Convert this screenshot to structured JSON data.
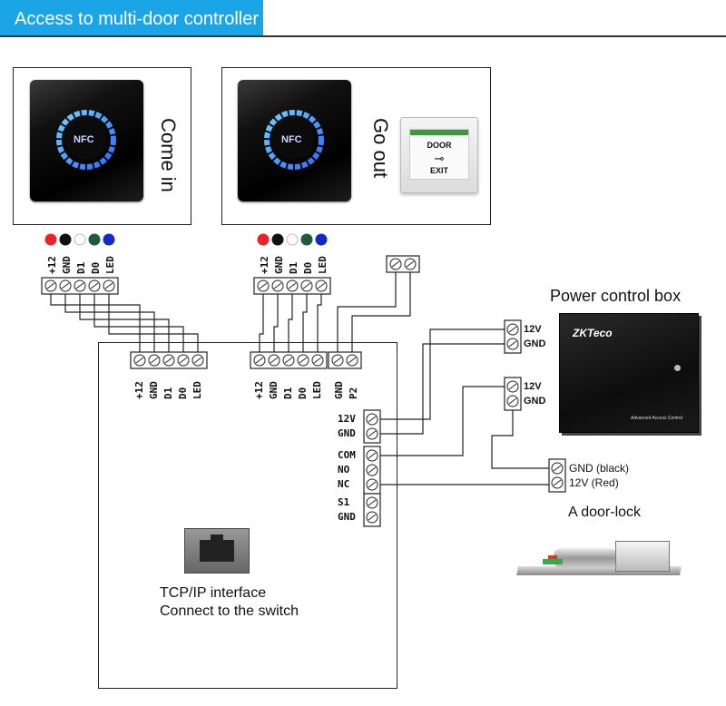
{
  "header": {
    "title": "Access to multi-door controller"
  },
  "readers": [
    {
      "label": "Come in",
      "nfc_text": "NFC"
    },
    {
      "label": "Go out",
      "nfc_text": "NFC"
    }
  ],
  "exit_button": {
    "line1": "DOOR",
    "line2": "EXIT"
  },
  "wire_colors": [
    "#e8242a",
    "#111111",
    "#ffffff",
    "#1e5a3c",
    "#1428c8"
  ],
  "reader_terminal_labels": [
    "+12",
    "GND",
    "D1",
    "D0",
    "LED"
  ],
  "button_terminal_labels": [
    "GND",
    "P2"
  ],
  "side_terminals": {
    "power": [
      "12V",
      "GND"
    ],
    "relay": [
      "COM",
      "NO",
      "NC"
    ],
    "sensor": [
      "S1",
      "GND"
    ]
  },
  "psu": {
    "title": "Power control box",
    "brand": "ZKTeco",
    "caption": "Advanced Access Control",
    "out1": [
      "12V",
      "GND"
    ],
    "out2": [
      "12V",
      "GND"
    ]
  },
  "lock": {
    "title": "A door-lock",
    "gnd_label": "GND (black)",
    "v12_label": "12V (Red)"
  },
  "tcpip": {
    "line1": "TCP/IP interface",
    "line2": "Connect to the switch"
  }
}
